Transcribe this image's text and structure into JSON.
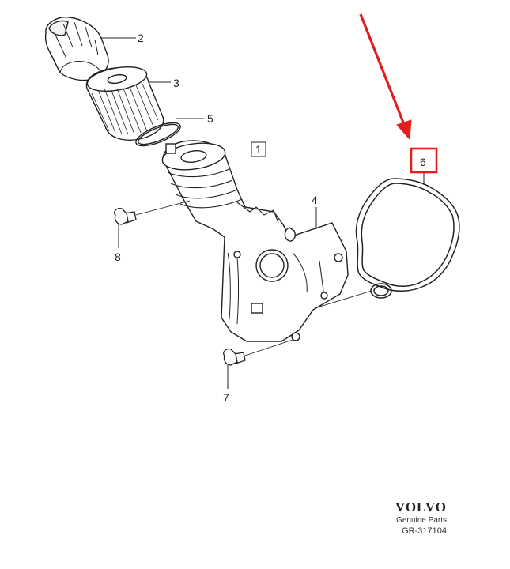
{
  "callouts": {
    "c1": "1",
    "c2": "2",
    "c3": "3",
    "c4": "4",
    "c5": "5",
    "c6": "6",
    "c7": "7",
    "c8": "8"
  },
  "colors": {
    "highlight": "#e01e1e",
    "line": "#222222"
  },
  "brand": {
    "name": "VOLVO",
    "subtitle": "Genuine Parts",
    "code": "GR-317104"
  }
}
